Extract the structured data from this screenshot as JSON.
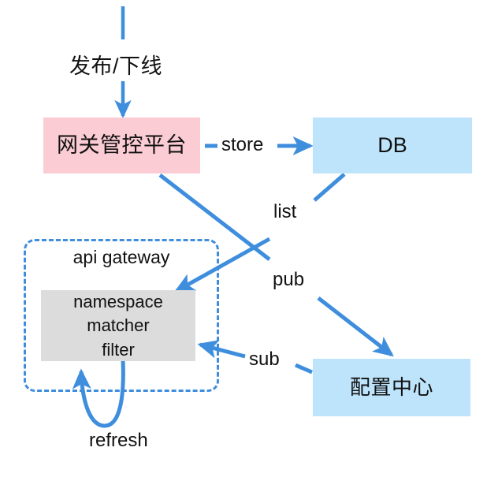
{
  "diagram": {
    "title": "api gateway configuration flow",
    "colors": {
      "stroke_blue": "#3f8ede",
      "box_pink": "#fbccd4",
      "box_blue": "#bee4fb",
      "box_gray": "#dcdcdc",
      "text": "#111111",
      "background": "#ffffff"
    },
    "nodes": [
      {
        "id": "gateway-platform",
        "label": "网关管控平台",
        "fill": "#fbccd4",
        "shape": "rect"
      },
      {
        "id": "db",
        "label": "DB",
        "fill": "#bee4fb",
        "shape": "rect"
      },
      {
        "id": "config-center",
        "label": "配置中心",
        "fill": "#bee4fb",
        "shape": "rect"
      },
      {
        "id": "api-gateway-group",
        "label": "api gateway",
        "fill": "none",
        "shape": "dashed-rounded-rect"
      },
      {
        "id": "filter-chain",
        "label": "namespace matcher filter",
        "fill": "#dcdcdc",
        "shape": "rect"
      }
    ],
    "filter_chain_lines": [
      "namespace",
      "matcher",
      "filter"
    ],
    "edges": [
      {
        "id": "publish-offline",
        "label": "发布/下线",
        "from": "external",
        "to": "gateway-platform",
        "style": "solid-arrow"
      },
      {
        "id": "store",
        "label": "store",
        "from": "gateway-platform",
        "to": "db",
        "style": "solid-arrow"
      },
      {
        "id": "list",
        "label": "list",
        "from": "db",
        "to": "filter-chain",
        "style": "solid-arrow"
      },
      {
        "id": "pub",
        "label": "pub",
        "from": "gateway-platform",
        "to": "config-center",
        "style": "solid-arrow"
      },
      {
        "id": "sub",
        "label": "sub",
        "from": "config-center",
        "to": "filter-chain",
        "style": "solid-arrow"
      },
      {
        "id": "refresh",
        "label": "refresh",
        "from": "filter-chain",
        "to": "filter-chain",
        "style": "self-loop-arrow"
      }
    ]
  },
  "labels": {
    "gateway_platform": "网关管控平台",
    "db": "DB",
    "config_center": "配置中心",
    "api_gateway": "api gateway",
    "namespace": "namespace",
    "matcher": "matcher",
    "filter": "filter",
    "publish_offline": "发布/下线",
    "store": "store",
    "list": "list",
    "pub": "pub",
    "sub": "sub",
    "refresh": "refresh"
  }
}
